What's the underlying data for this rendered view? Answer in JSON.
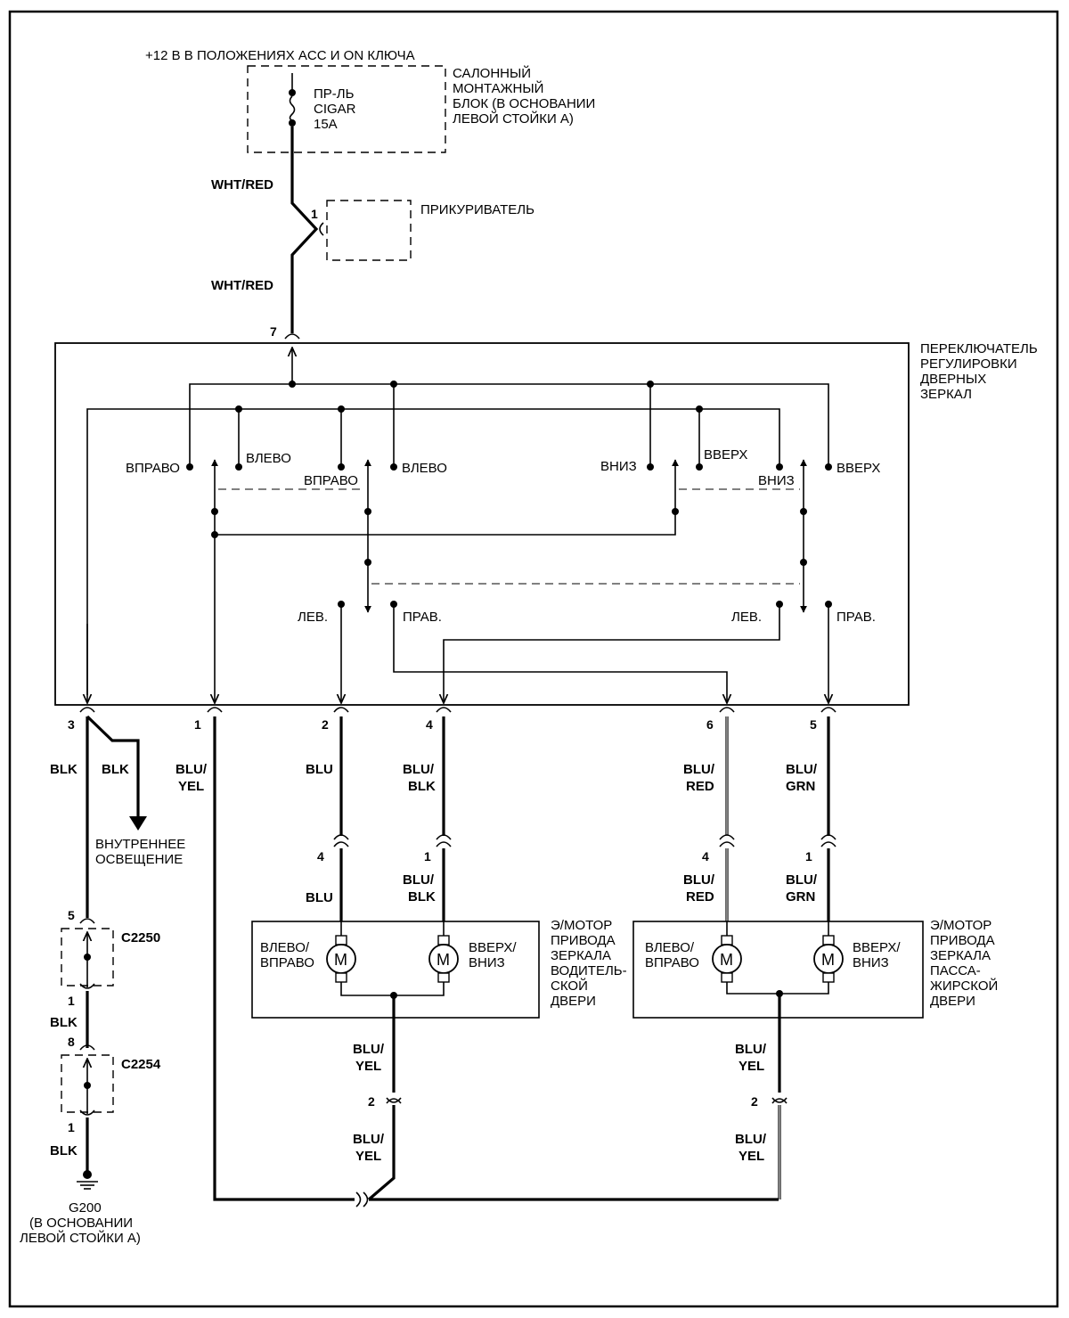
{
  "supply_label": "+12 В В ПОЛОЖЕНИЯХ ACC И ON КЛЮЧА",
  "fuse_block": {
    "label_lines": [
      "САЛОННЫЙ",
      "МОНТАЖНЫЙ",
      "БЛОК (В ОСНОВАНИИ",
      "ЛЕВОЙ СТОЙКИ А)"
    ],
    "fuse_lines": [
      "ПР-ЛЬ",
      "CIGAR",
      "15A"
    ]
  },
  "lighter": {
    "label": "ПРИКУРИВАТЕЛЬ",
    "pin": "1"
  },
  "wire_top_1": "WHT/RED",
  "wire_top_2": "WHT/RED",
  "switch": {
    "pin_in": "7",
    "label_lines": [
      "ПЕРЕКЛЮЧАТЕЛЬ",
      "РЕГУЛИРОВКИ",
      "ДВЕРНЫХ",
      "ЗЕРКАЛ"
    ],
    "contacts": {
      "vpravo_1": "ВПРАВО",
      "vlevo_1": "ВЛЕВО",
      "vpravo_2": "ВПРАВО",
      "vlevo_2": "ВЛЕВО",
      "vniz_1": "ВНИЗ",
      "vverh_1": "ВВЕРХ",
      "vniz_2": "ВНИЗ",
      "vverh_2": "ВВЕРХ",
      "lev_1": "ЛЕВ.",
      "prav_1": "ПРАВ.",
      "lev_2": "ЛЕВ.",
      "prav_2": "ПРАВ."
    },
    "pins": [
      "3",
      "1",
      "2",
      "4",
      "6",
      "5"
    ]
  },
  "wires_switch": {
    "pin3_main": "BLK",
    "pin3_branch": "BLK",
    "pin1": [
      "BLU/",
      "YEL"
    ],
    "pin2": "BLU",
    "pin4": [
      "BLU/",
      "BLK"
    ],
    "pin6": [
      "BLU/",
      "RED"
    ],
    "pin5": [
      "BLU/",
      "GRN"
    ]
  },
  "interior_light_lines": [
    "ВНУТРЕННЕЕ",
    "ОСВЕЩЕНИЕ"
  ],
  "driver_connector": {
    "pin_left": "4",
    "pin_right": "1",
    "wire_left": "BLU",
    "wire_right": [
      "BLU/",
      "BLK"
    ]
  },
  "passenger_connector": {
    "pin_left": "4",
    "pin_right": "1",
    "wire_left": [
      "BLU/",
      "RED"
    ],
    "wire_right": [
      "BLU/",
      "GRN"
    ]
  },
  "driver_motor": {
    "label_lines": [
      "Э/МОТОР",
      "ПРИВОДА",
      "ЗЕРКАЛА",
      "ВОДИТЕЛЬ-",
      "СКОЙ",
      "ДВЕРИ"
    ],
    "left_lines": [
      "ВЛЕВО/",
      "ВПРАВО"
    ],
    "right_lines": [
      "ВВЕРХ/",
      "ВНИЗ"
    ],
    "motor_symbol": "M"
  },
  "passenger_motor": {
    "label_lines": [
      "Э/МОТОР",
      "ПРИВОДА",
      "ЗЕРКАЛА",
      "ПАССА-",
      "ЖИРСКОЙ",
      "ДВЕРИ"
    ],
    "left_lines": [
      "ВЛЕВО/",
      "ВПРАВО"
    ],
    "right_lines": [
      "ВВЕРХ/",
      "ВНИЗ"
    ],
    "motor_symbol": "M"
  },
  "driver_return": {
    "wire_upper": [
      "BLU/",
      "YEL"
    ],
    "pin": "2",
    "wire_lower": [
      "BLU/",
      "YEL"
    ]
  },
  "passenger_return": {
    "wire_upper": [
      "BLU/",
      "YEL"
    ],
    "pin": "2",
    "wire_lower": [
      "BLU/",
      "YEL"
    ]
  },
  "c2250": {
    "name": "C2250",
    "pin_top": "5",
    "pin_bottom": "1"
  },
  "wire_mid_blk": "BLK",
  "c2254": {
    "name": "C2254",
    "pin_top": "8",
    "pin_bottom": "1"
  },
  "wire_bottom_blk": "BLK",
  "ground": {
    "name": "G200",
    "label_lines": [
      "(В ОСНОВАНИИ",
      "ЛЕВОЙ СТОЙКИ А)"
    ]
  }
}
